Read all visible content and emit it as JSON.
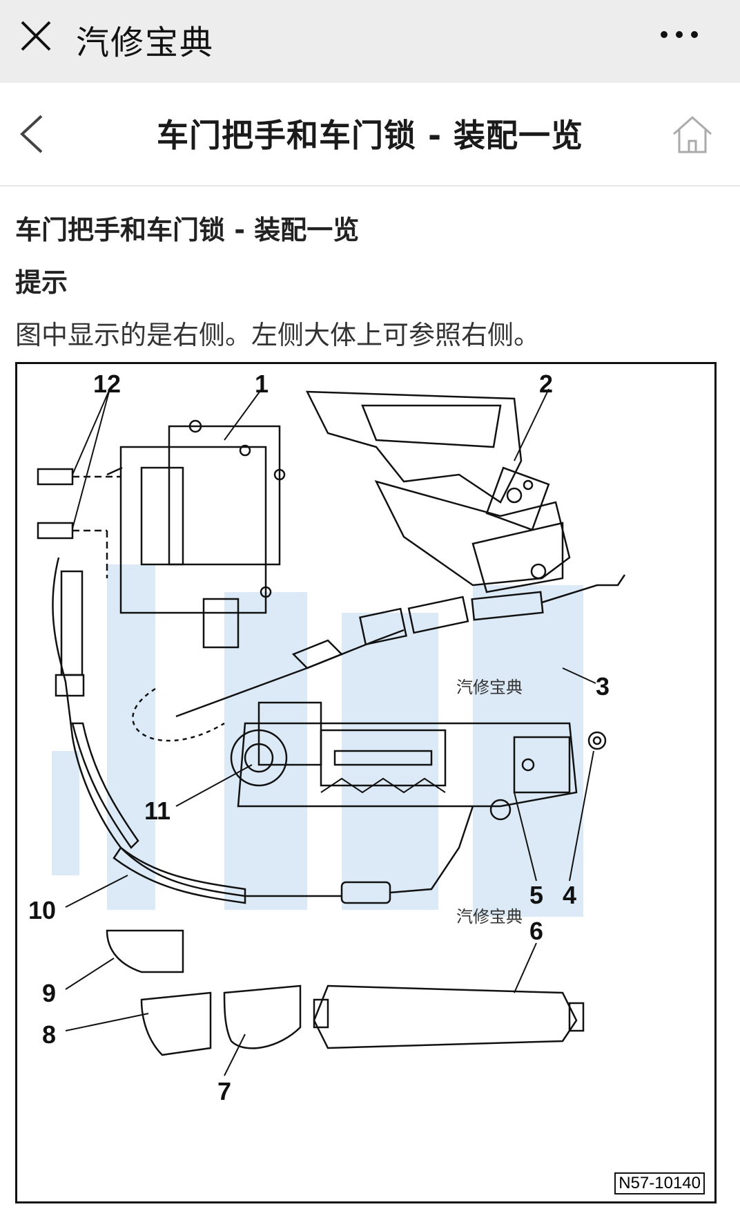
{
  "app": {
    "title": "汽修宝典"
  },
  "nav": {
    "title": "车门把手和车门锁 - 装配一览"
  },
  "article": {
    "title": "车门把手和车门锁 - 装配一览",
    "note_heading": "提示",
    "note_text": "图中显示的是右侧。左侧大体上可参照右侧。"
  },
  "figure": {
    "callouts": [
      "12",
      "1",
      "2",
      "3",
      "11",
      "5",
      "4",
      "10",
      "6",
      "9",
      "8",
      "7"
    ],
    "watermarks": [
      "汽修宝典",
      "汽修宝典"
    ],
    "code": "N57-10140"
  },
  "icons": {
    "close": "close-icon",
    "more": "more-icon",
    "back": "chevron-left-icon",
    "home": "home-icon"
  }
}
